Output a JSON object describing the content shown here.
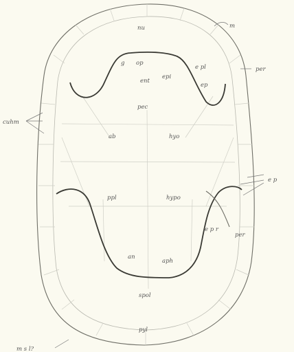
{
  "labels": {
    "nu": "nu",
    "m": "m",
    "g": "g",
    "op": "op",
    "epl_top": "e pl",
    "per_top": "per",
    "ent": "ent",
    "epi": "epi",
    "ep": "ep",
    "pec": "pec",
    "ab": "ab",
    "hyo": "hyo",
    "cuhm": "cuhm",
    "ep_right": "e p",
    "ppl": "ppl",
    "hypo": "hypo",
    "epr": "e p r",
    "per_right": "per",
    "an": "an",
    "aph": "aph",
    "spol": "spol",
    "pyl": "pyl",
    "ms": "m s l?"
  },
  "colors": {
    "background": "#fbfaf0",
    "outline": "#6e6e66",
    "bold_line": "#3a3a34",
    "faint_line": "#cfcfc6"
  }
}
